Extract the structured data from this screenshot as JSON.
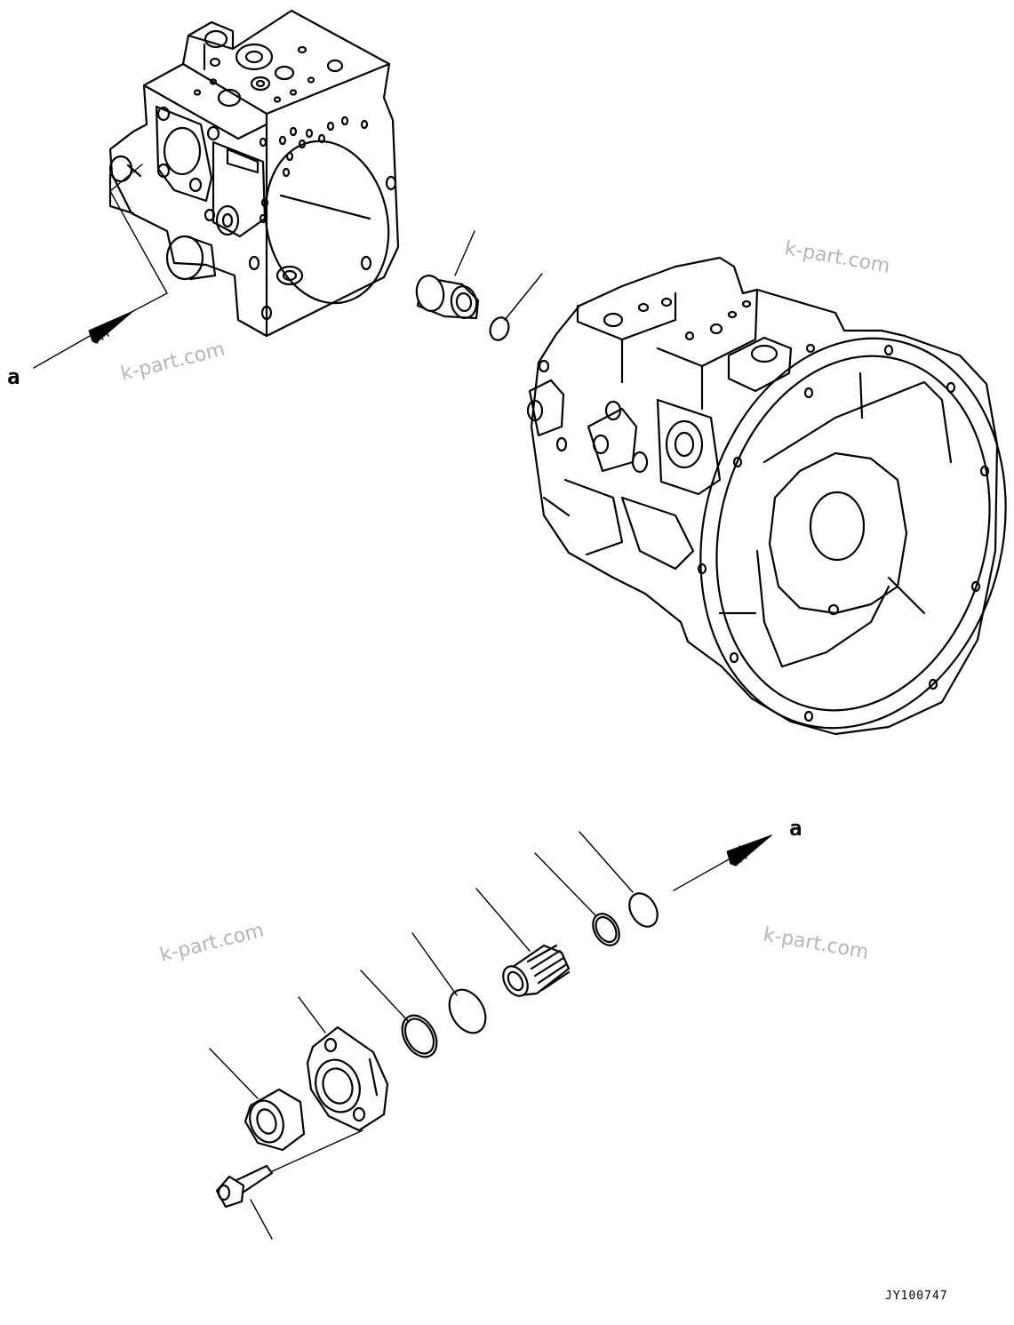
{
  "labels": {
    "view_ref_top": "a",
    "view_ref_bottom": "a"
  },
  "drawing_code": "JY100747",
  "watermark": "k-part.com"
}
